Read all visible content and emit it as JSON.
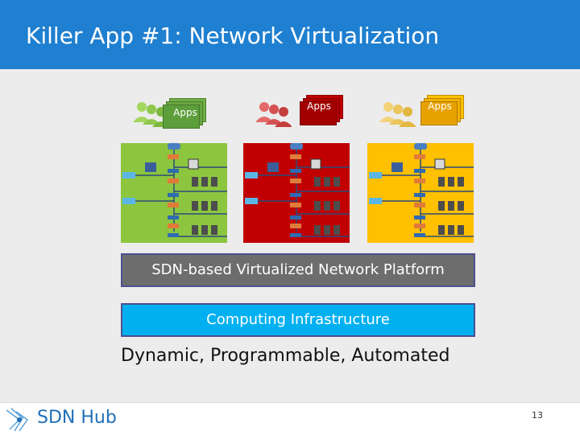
{
  "slide": {
    "title": "Killer App #1: Network Virtualization",
    "tenants": [
      {
        "apps_label": "Apps",
        "network_color": "#8cc63f",
        "apps_color": "#5c9e3a"
      },
      {
        "apps_label": "Apps",
        "network_color": "#c00000",
        "apps_color": "#a30000"
      },
      {
        "apps_label": "Apps",
        "network_color": "#ffc000",
        "apps_color": "#e6a100"
      }
    ],
    "platform_label": "SDN-based Virtualized Network Platform",
    "infrastructure_label": "Computing Infrastructure",
    "tagline": "Dynamic, Programmable, Automated",
    "logo_text": "SDN Hub",
    "page_number": "13"
  },
  "colors": {
    "title_bar": "#1f7fd0",
    "platform_bar": "#6d6d6d",
    "infrastructure_bar": "#00b0f0",
    "logo": "#1f6fb8"
  },
  "icons": [
    "users-icon",
    "apps-icon",
    "router-icon",
    "switch-icon",
    "server-icon",
    "firewall-icon",
    "sdn-hub-logo-icon"
  ]
}
